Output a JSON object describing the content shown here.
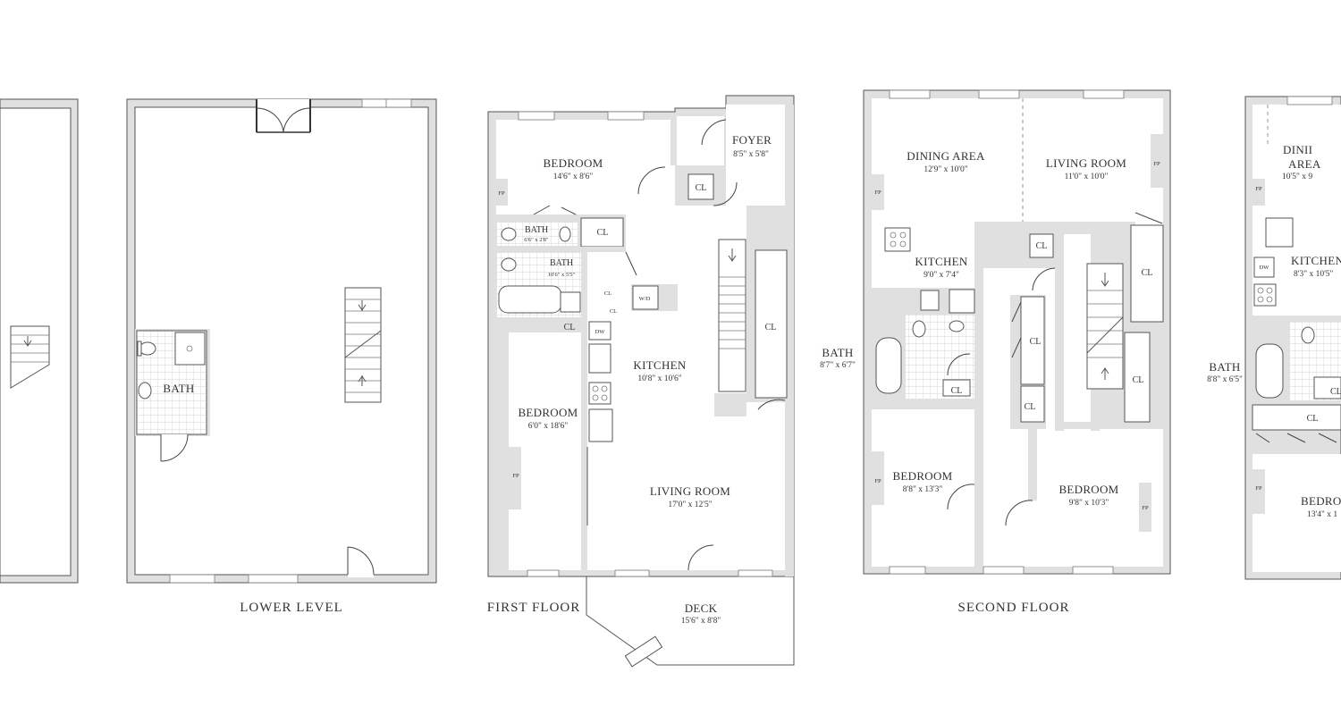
{
  "floors": {
    "lower": "LOWER LEVEL",
    "first": "FIRST FLOOR",
    "second": "SECOND FLOOR"
  },
  "lower": {
    "bath": "BATH"
  },
  "first": {
    "bedroom1": {
      "name": "BEDROOM",
      "dim": "14'6\" x 8'6\""
    },
    "foyer": {
      "name": "FOYER",
      "dim": "8'5\" x 5'8\""
    },
    "bath_small": {
      "name": "BATH",
      "dim": "6'6\" x 2'8\""
    },
    "bath_large": {
      "name": "BATH",
      "dim": "10'6\" x 5'5\""
    },
    "kitchen": {
      "name": "KITCHEN",
      "dim": "10'8\" x 10'6\""
    },
    "bedroom2": {
      "name": "BEDROOM",
      "dim": "6'0\" x 18'6\""
    },
    "living": {
      "name": "LIVING ROOM",
      "dim": "17'0\" x 12'5\""
    },
    "deck": {
      "name": "DECK",
      "dim": "15'6\" x 8'8\""
    },
    "cl": "CL",
    "dw": "DW",
    "wd": "W/D",
    "fp": "FP"
  },
  "second": {
    "dining": {
      "name": "DINING AREA",
      "dim": "12'9\" x 10'0\""
    },
    "living": {
      "name": "LIVING ROOM",
      "dim": "11'0\" x 10'0\""
    },
    "kitchen": {
      "name": "KITCHEN",
      "dim": "9'0\" x 7'4\""
    },
    "bath": {
      "name": "BATH",
      "dim": "8'7\" x 6'7\""
    },
    "bedroom1": {
      "name": "BEDROOM",
      "dim": "8'8\" x 13'3\""
    },
    "bedroom2": {
      "name": "BEDROOM",
      "dim": "9'8\" x 10'3\""
    },
    "cl": "CL",
    "fp": "FP"
  },
  "third": {
    "dining_a": "DINII",
    "dining_b": "AREA",
    "dining_dim": "10'5\" x 9",
    "kitchen": {
      "name": "KITCHEN",
      "dim": "8'3\" x 10'5\""
    },
    "bath": {
      "name": "BATH",
      "dim": "8'8\" x 6'5\""
    },
    "bedroom": {
      "name": "BEDROO",
      "dim": "13'4\" x 1"
    },
    "cl": "CL",
    "dw": "DW",
    "fp": "FP"
  }
}
